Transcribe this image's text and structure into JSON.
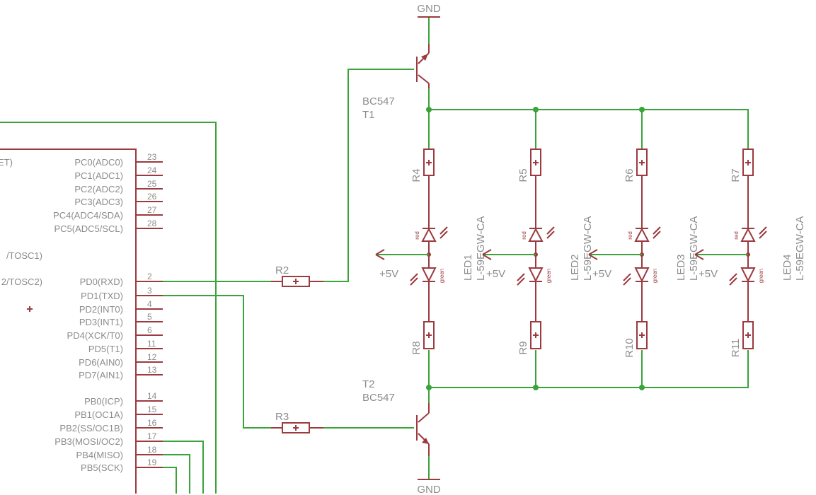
{
  "mcu": {
    "left_pins": [
      "ET)",
      "/TOSC1)",
      "2/TOSC2)"
    ],
    "pins": [
      {
        "label": "PC0(ADC0)",
        "num": "23"
      },
      {
        "label": "PC1(ADC1)",
        "num": "24"
      },
      {
        "label": "PC2(ADC2)",
        "num": "25"
      },
      {
        "label": "PC3(ADC3)",
        "num": "26"
      },
      {
        "label": "PC4(ADC4/SDA)",
        "num": "27"
      },
      {
        "label": "PC5(ADC5/SCL)",
        "num": "28"
      },
      {
        "label": "PD0(RXD)",
        "num": "2"
      },
      {
        "label": "PD1(TXD)",
        "num": "3"
      },
      {
        "label": "PD2(INT0)",
        "num": "4"
      },
      {
        "label": "PD3(INT1)",
        "num": "5"
      },
      {
        "label": "PD4(XCK/T0)",
        "num": "6"
      },
      {
        "label": "PD5(T1)",
        "num": "11"
      },
      {
        "label": "PD6(AIN0)",
        "num": "12"
      },
      {
        "label": "PD7(AIN1)",
        "num": "13"
      },
      {
        "label": "PB0(ICP)",
        "num": "14"
      },
      {
        "label": "PB1(OC1A)",
        "num": "15"
      },
      {
        "label": "PB2(SS/OC1B)",
        "num": "16"
      },
      {
        "label": "PB3(MOSI/OC2)",
        "num": "17"
      },
      {
        "label": "PB4(MISO)",
        "num": "18"
      },
      {
        "label": "PB5(SCK)",
        "num": "19"
      }
    ]
  },
  "gnd_label": "GND",
  "vcc_label": "+5V",
  "transistors": [
    {
      "name": "T1",
      "value": "BC547"
    },
    {
      "name": "T2",
      "value": "BC547"
    }
  ],
  "base_resistors": [
    "R2",
    "R3"
  ],
  "top_resistors": [
    "R4",
    "R5",
    "R6",
    "R7"
  ],
  "bottom_resistors": [
    "R8",
    "R9",
    "R10",
    "R11"
  ],
  "leds": [
    {
      "name": "LED1",
      "value": "L-59EGW-CA"
    },
    {
      "name": "LED2",
      "value": "L-59EGW-CA"
    },
    {
      "name": "LED3",
      "value": "L-59EGW-CA"
    },
    {
      "name": "LED4",
      "value": "L-59EGW-CA"
    }
  ],
  "led_colors": {
    "top": "red",
    "bottom": "green"
  },
  "colors": {
    "wire": "#3aa33a",
    "symbol": "#9b3a3f",
    "text": "#8c8c8c"
  }
}
